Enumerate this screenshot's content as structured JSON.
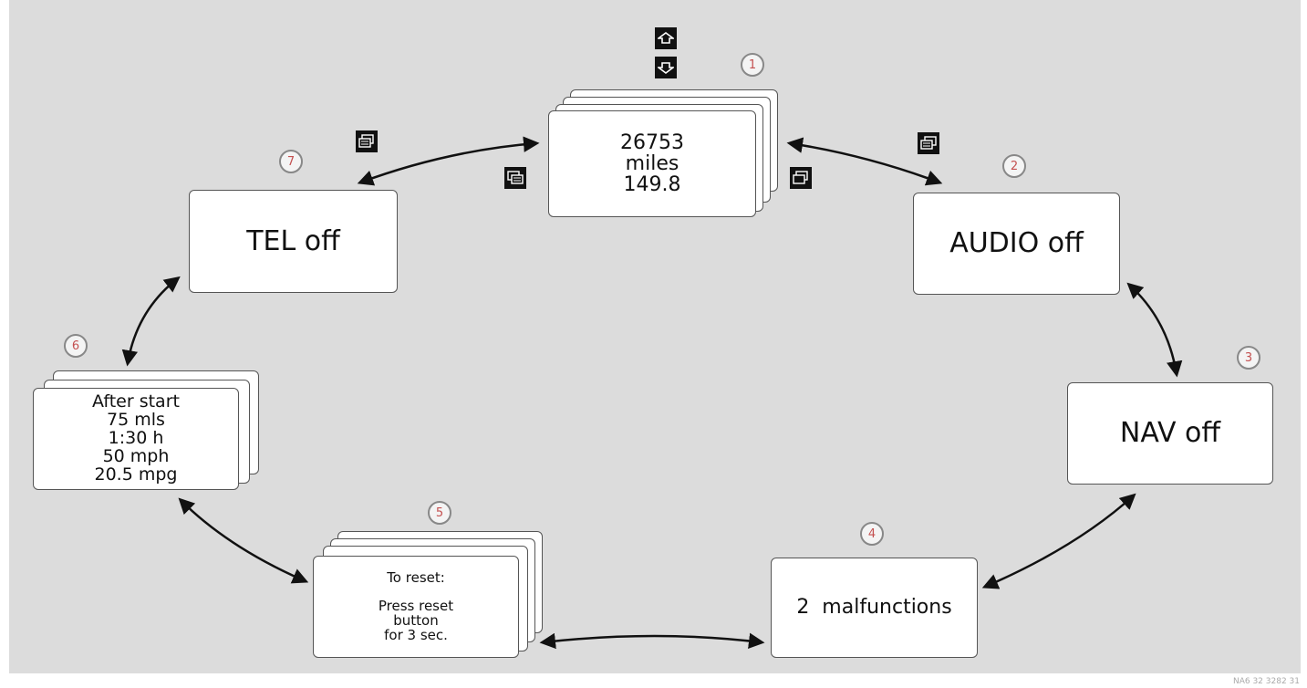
{
  "screens": {
    "odometer": {
      "badge": "1",
      "line1": "26753",
      "line2": "miles",
      "line3": "149.8"
    },
    "audio": {
      "badge": "2",
      "label": "AUDIO off"
    },
    "nav": {
      "badge": "3",
      "label": "NAV off"
    },
    "malfunctions": {
      "badge": "4",
      "label": "2  malfunctions"
    },
    "reset": {
      "badge": "5",
      "line1": "To reset:",
      "line2": "Press reset",
      "line3": "button",
      "line4": "for 3 sec."
    },
    "trip": {
      "badge": "6",
      "line1": "After start",
      "line2": "75 mls",
      "line3": "1:30 h",
      "line4": "50 mph",
      "line5": "20.5 mpg"
    },
    "tel": {
      "badge": "7",
      "label": "TEL off"
    }
  },
  "icons": {
    "up": "arrow-up-icon",
    "down": "arrow-down-icon",
    "page": "page-stack-icon"
  },
  "footer_code": "NA6 32 3282 31"
}
